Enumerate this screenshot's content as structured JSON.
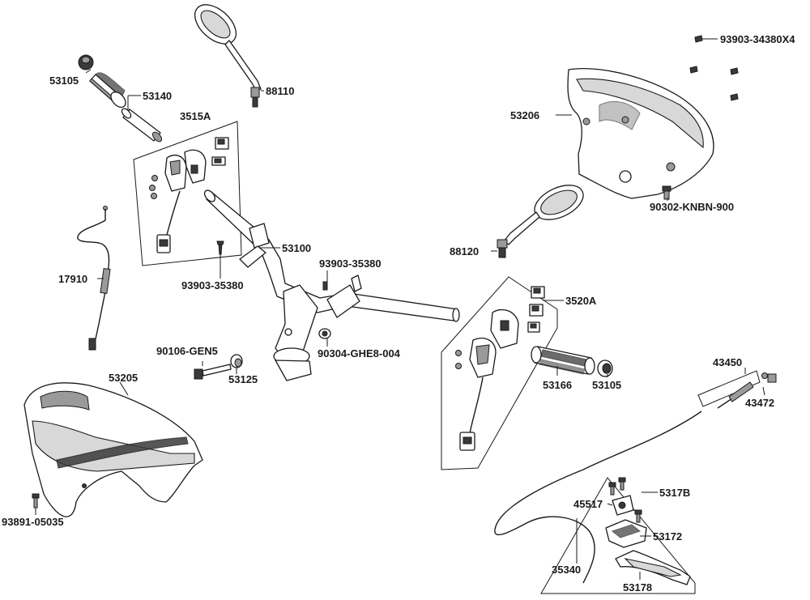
{
  "labels": {
    "p53105a": "53105",
    "p53140": "53140",
    "p88110": "88110",
    "p3515a": "3515A",
    "p17910": "17910",
    "p53100": "53100",
    "p93903_35380a": "93903-35380",
    "p93903_35380b": "93903-35380",
    "p90106": "90106-GEN5",
    "p53125": "53125",
    "p90304": "90304-GHE8-004",
    "p53205": "53205",
    "p93891": "93891-05035",
    "p93903_34380": "93903-34380X4",
    "p53206": "53206",
    "p90302": "90302-KNBN-900",
    "p88120": "88120",
    "p3520a": "3520A",
    "p53166": "53166",
    "p53105b": "53105",
    "p43450": "43450",
    "p43472": "43472",
    "p45517": "45517",
    "p5317b": "5317B",
    "p53172": "53172",
    "p35340": "35340",
    "p53178": "53178"
  }
}
